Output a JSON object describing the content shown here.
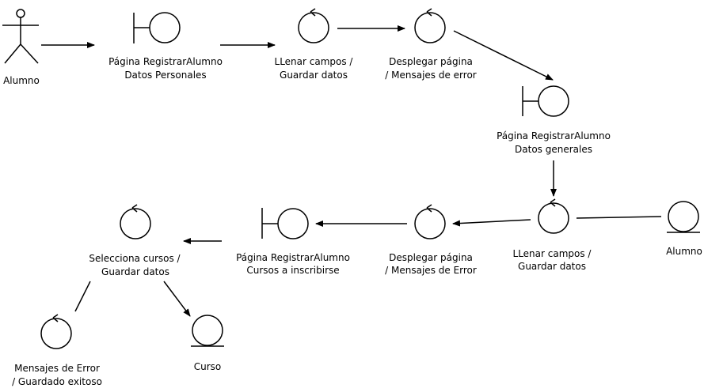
{
  "diagram": {
    "nodes": {
      "actor_alumno": {
        "type": "actor",
        "lines": [
          "Alumno"
        ]
      },
      "boundary_datos_personales": {
        "type": "boundary",
        "lines": [
          "Página RegistrarAlumno",
          "Datos Personales"
        ]
      },
      "control_llenar_1": {
        "type": "control",
        "lines": [
          "LLenar campos /",
          "Guardar datos"
        ]
      },
      "control_desplegar_1": {
        "type": "control",
        "lines": [
          "Desplegar página",
          "/ Mensajes de error"
        ]
      },
      "boundary_datos_generales": {
        "type": "boundary",
        "lines": [
          "Página RegistrarAlumno",
          "Datos generales"
        ]
      },
      "control_llenar_2": {
        "type": "control",
        "lines": [
          "LLenar campos /",
          "Guardar datos"
        ]
      },
      "entity_alumno": {
        "type": "entity",
        "lines": [
          "Alumno"
        ]
      },
      "control_desplegar_2": {
        "type": "control",
        "lines": [
          "Desplegar página",
          "/ Mensajes de Error"
        ]
      },
      "boundary_cursos": {
        "type": "boundary",
        "lines": [
          "Página RegistrarAlumno",
          "Cursos a inscribirse"
        ]
      },
      "control_selecciona": {
        "type": "control",
        "lines": [
          "Selecciona cursos /",
          "Guardar datos"
        ]
      },
      "control_mensajes": {
        "type": "control",
        "lines": [
          "Mensajes de Error",
          "/ Guardado exitoso"
        ]
      },
      "entity_curso": {
        "type": "entity",
        "lines": [
          "Curso"
        ]
      }
    },
    "edges": [
      {
        "from": "actor_alumno",
        "to": "boundary_datos_personales",
        "arrow": true
      },
      {
        "from": "boundary_datos_personales",
        "to": "control_llenar_1",
        "arrow": true
      },
      {
        "from": "control_llenar_1",
        "to": "control_desplegar_1",
        "arrow": true
      },
      {
        "from": "control_desplegar_1",
        "to": "boundary_datos_generales",
        "arrow": true
      },
      {
        "from": "boundary_datos_generales",
        "to": "control_llenar_2",
        "arrow": true
      },
      {
        "from": "control_llenar_2",
        "to": "entity_alumno",
        "arrow": false
      },
      {
        "from": "control_llenar_2",
        "to": "control_desplegar_2",
        "arrow": true
      },
      {
        "from": "control_desplegar_2",
        "to": "boundary_cursos",
        "arrow": true
      },
      {
        "from": "boundary_cursos",
        "to": "control_selecciona",
        "arrow": true
      },
      {
        "from": "control_selecciona",
        "to": "control_mensajes",
        "arrow": false
      },
      {
        "from": "control_selecciona",
        "to": "entity_curso",
        "arrow": true
      }
    ]
  }
}
